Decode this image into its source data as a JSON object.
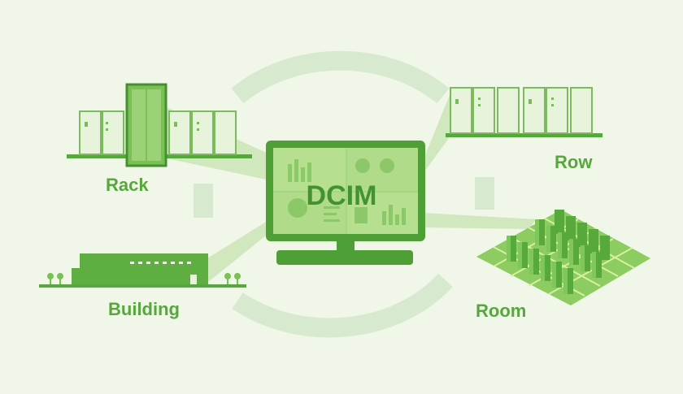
{
  "center": {
    "label": "DCIM"
  },
  "nodes": [
    {
      "id": "rack",
      "label": "Rack"
    },
    {
      "id": "row",
      "label": "Row"
    },
    {
      "id": "building",
      "label": "Building"
    },
    {
      "id": "room",
      "label": "Room"
    }
  ],
  "colors": {
    "background": "#f1f7e8",
    "primary_green": "#56a83d",
    "dark_green": "#43912f",
    "light_green": "#b9dca0",
    "pale_green": "#d7ead0"
  }
}
